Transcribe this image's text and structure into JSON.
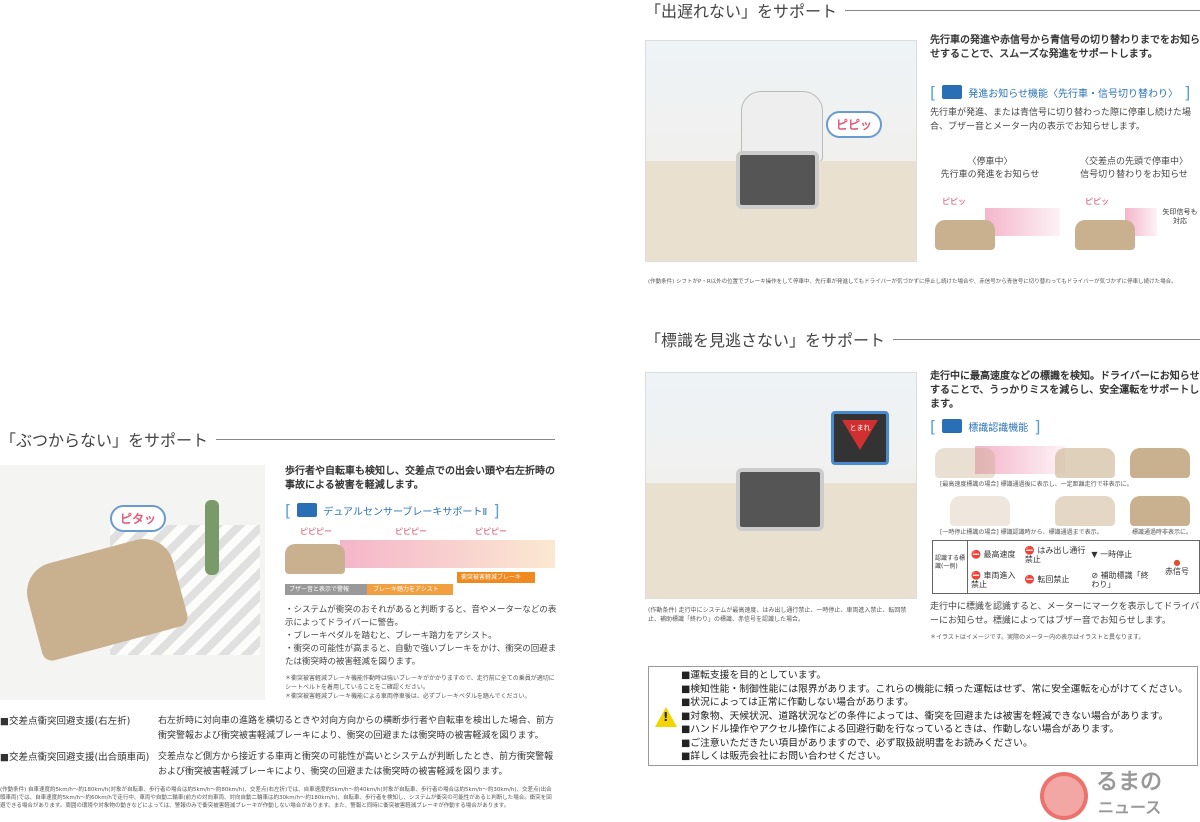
{
  "sections": {
    "start": {
      "heading": "「出遅れない」をサポート",
      "lead": "先行車の発進や赤信号から青信号の切り替わりまでをお知らせすることで、スムーズな発進をサポートします。",
      "feature": "発進お知らせ機能〈先行車・信号切り替わり〉",
      "body": "先行車が発進、または青信号に切り替わった際に停車し続けた場合、ブザー音とメーター内の表示でお知らせします。",
      "left_label_1": "〈停車中〉",
      "left_label_2": "先行車の発進をお知らせ",
      "right_label_1": "〈交差点の先頭で停車中〉",
      "right_label_2": "信号切り替わりをお知らせ",
      "beep": "ピピッ",
      "signal_note": "矢印信号も対応",
      "illus_bubble": "ピピッ",
      "condition": "(作動条件) シフトがP・R以外の位置でブレーキ操作をして停車中、先行車が発進してもドライバーが気づかずに停止し続けた場合や、赤信号から青信号に切り替わってもドライバーが気づかずに停車し続けた場合。"
    },
    "signs": {
      "heading": "「標識を見逃さない」をサポート",
      "lead": "走行中に最高速度などの標識を検知。ドライバーにお知らせすることで、うっかりミスを減らし、安全運転をサポートします。",
      "feature": "標識認識機能",
      "case1": "[最高速度標識の場合] 標識通過後に表示し、一定距離走行で非表示に。",
      "case2a": "[一時停止標識の場合] 標識認識時から、標識通過まで表示。",
      "case2b": "標識通過時非表示に。",
      "table_head": "認識する標識(一例)",
      "sign_items": [
        "最高速度",
        "はみ出し通行禁止",
        "一時停止",
        "車両進入禁止",
        "転回禁止",
        "補助標識「終わり」",
        "赤信号"
      ],
      "body": "走行中に標識を認識すると、メーターにマークを表示してドライバーにお知らせ。標識によってはブザー音でお知らせします。",
      "note": "＊イラストはイメージです。実際のメーター内の表示はイラストと異なります。",
      "illus_sign": "とまれ",
      "condition": "(作動条件) 走行中にシステムが最高速度、はみ出し通行禁止、一時停止、車両進入禁止、転回禁止、補助標識「終わり」の標識、赤信号を認識した場合。"
    },
    "collision": {
      "heading": "「ぶつからない」をサポート",
      "lead": "歩行者や自転車も検知し、交差点での出会い頭や右左折時の事故による被害を軽減します。",
      "feature": "デュアルセンサーブレーキサポートⅡ",
      "beep": "ピピピー",
      "bar1": "ブザー音と表示で警報",
      "bar2": "ブレーキ踏力をアシスト",
      "bar3": "衝突被害軽減ブレーキ",
      "illus_bubble": "ピタッ",
      "bullets": [
        "・システムが衝突のおそれがあると判断すると、音やメーターなどの表示によってドライバーに警告。",
        "・ブレーキペダルを踏むと、ブレーキ踏力をアシスト。",
        "・衝突の可能性が高まると、自動で強いブレーキをかけ、衝突の回避または衝突時の被害軽減を図ります。"
      ],
      "notes": [
        "＊衝突被害軽減ブレーキ機能作動時は強いブレーキがかかりますので、走行前に全ての乗員が適切にシートベルトを着用していることをご確認ください。",
        "＊衝突被害軽減ブレーキ機能による車両停車後は、必ずブレーキペダルを踏んでください。"
      ],
      "items": [
        {
          "title": "■交差点衝突回避支援(右左折)",
          "text": "右左折時に対向車の進路を横切るときや対向方向からの横断歩行者や自転車を検出した場合、前方衝突警報および衝突被害軽減ブレーキにより、衝突の回避または衝突時の被害軽減を図ります。"
        },
        {
          "title": "■交差点衝突回避支援(出合頭車両)",
          "text": "交差点など側方から接近する車両と衝突の可能性が高いとシステムが判断したとき、前方衝突警報および衝突被害軽減ブレーキにより、衝突の回避または衝突時の被害軽減を図ります。"
        }
      ],
      "condition": "(作動条件) 自車速度約5km/h〜約180km/h(対象が自転車、歩行者の場合は約5km/h〜約80km/h)、交差点(右左折)では、自車速度約5km/h〜約40km/h(対象が自転車、歩行者の場合は約5km/h〜約30km/h)、交差点(出合頭車両)では、自車速度約5km/h〜約60km/hで走行中、車両や自動二輪車(前方の対向車両、対向自動二輪車は約30km/h〜約180km/h)、自転車、歩行者を検知し、システムが衝突の可能性があると判断した場合。衝突を回避できる場合があります。周囲の環境や対象物の動きなどによっては、警報のみで衝突被害軽減ブレーキが作動しない場合があります。また、警報と同時に衝突被害軽減ブレーキが作動する場合があります。"
    }
  },
  "warnings": [
    "■運転支援を目的としています。",
    "■検知性能・制御性能には限界があります。これらの機能に頼った運転はせず、常に安全運転を心がけてください。",
    "■状況によっては正常に作動しない場合があります。",
    "■対象物、天候状況、道路状況などの条件によっては、衝突を回避または被害を軽減できない場合があります。",
    "■ハンドル操作やアクセル操作による回避行動を行なっているときは、作動しない場合があります。",
    "■ご注意いただきたい項目がありますので、必ず取扱説明書をお読みください。",
    "■詳しくは販売会社にお問い合わせください。"
  ],
  "logo": {
    "line1": "るまの",
    "line2": "ニュース"
  },
  "colors": {
    "accent": "#2b73b7",
    "logo": "#e8504a",
    "warning": "#f2d400"
  }
}
